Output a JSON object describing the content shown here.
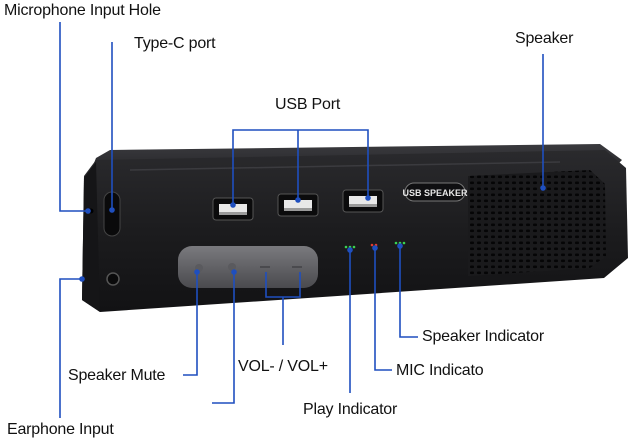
{
  "diagram": {
    "device_badge": "USB SPEAKER",
    "labels": {
      "mic_hole": "Microphone Input Hole",
      "typec": "Type-C port",
      "usb": "USB Port",
      "speaker": "Speaker",
      "speaker_indicator": "Speaker Indicator",
      "speaker_mute": "Speaker Mute",
      "vol": "VOL- / VOL+",
      "mic_indicator": "MIC Indicato",
      "play_indicator": "Play Indicator",
      "earphone": "Earphone Input"
    },
    "colors": {
      "callout_line": "#1f4fbf",
      "device_body": "#1c1c1e",
      "led_green": "#39d353",
      "led_red": "#e23b2e"
    }
  }
}
